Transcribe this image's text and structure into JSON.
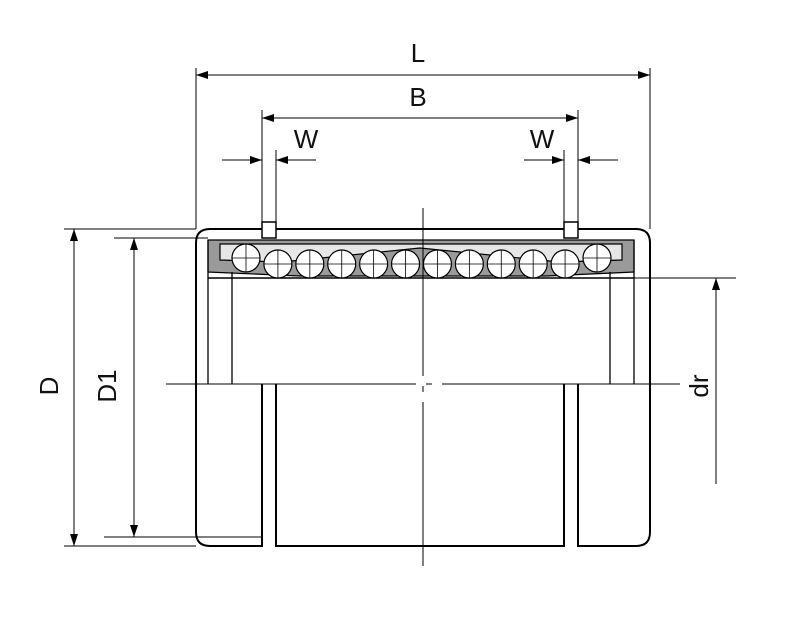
{
  "labels": {
    "overall_length": "L",
    "retainer_length": "B",
    "groove_width_left": "W",
    "groove_width_right": "W",
    "outer_diameter": "D",
    "groove_diameter": "D1",
    "inscribed_diameter": "dr"
  },
  "colors": {
    "line": "#000000",
    "seal_fill": "#9a9a9a",
    "retainer_fill": "#e6e6e6",
    "ball_fill": "#ffffff",
    "background": "#ffffff"
  },
  "ball_row": {
    "count": 12
  }
}
